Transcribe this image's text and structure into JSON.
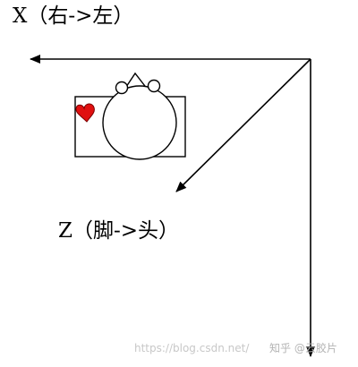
{
  "labels": {
    "x_axis": "X（右->左）",
    "z_axis": "Z（脚->头）"
  },
  "watermark": {
    "url": "https://blog.csdn.net/",
    "zhihu": "知乎 @云胶片"
  },
  "colors": {
    "stroke": "#000000",
    "heart": "#e01010",
    "watermark": "#c8c8c8"
  },
  "icons": {
    "heart": "heart-icon",
    "head": "patient-head-icon",
    "body": "patient-body-rectangle"
  }
}
